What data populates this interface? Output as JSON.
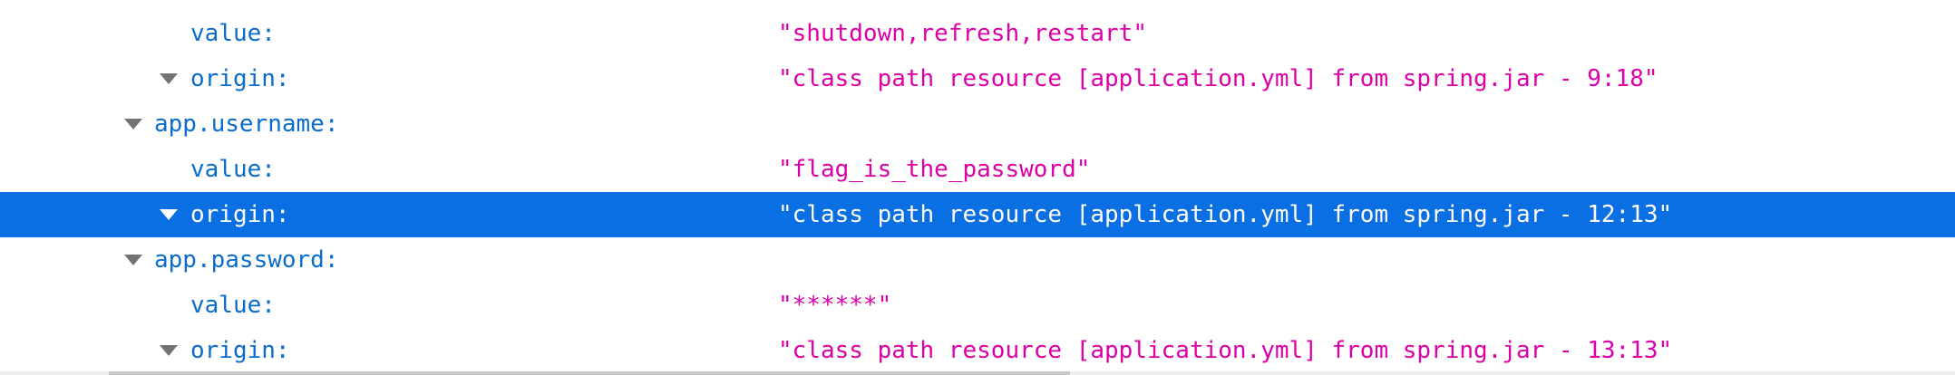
{
  "viewer": {
    "rows": [
      {
        "key": "value:",
        "value": "\"shutdown,refresh,restart\""
      },
      {
        "key": "origin:",
        "value": "\"class path resource [application.yml] from spring.jar - 9:18\""
      },
      {
        "key": "app.username:"
      },
      {
        "key": "value:",
        "value": "\"flag_is_the_password\""
      },
      {
        "key": "origin:",
        "value": "\"class path resource [application.yml] from spring.jar - 12:13\""
      },
      {
        "key": "app.password:"
      },
      {
        "key": "value:",
        "value": "\"******\""
      },
      {
        "key": "origin:",
        "value": "\"class path resource [application.yml] from spring.jar - 13:13\""
      }
    ],
    "colors": {
      "key": "#0a6ccd",
      "string": "#dd00a9",
      "selection": "#0a6fe3",
      "twisty": "#737373"
    },
    "icons": {
      "expand": "triangle-down-icon"
    }
  }
}
